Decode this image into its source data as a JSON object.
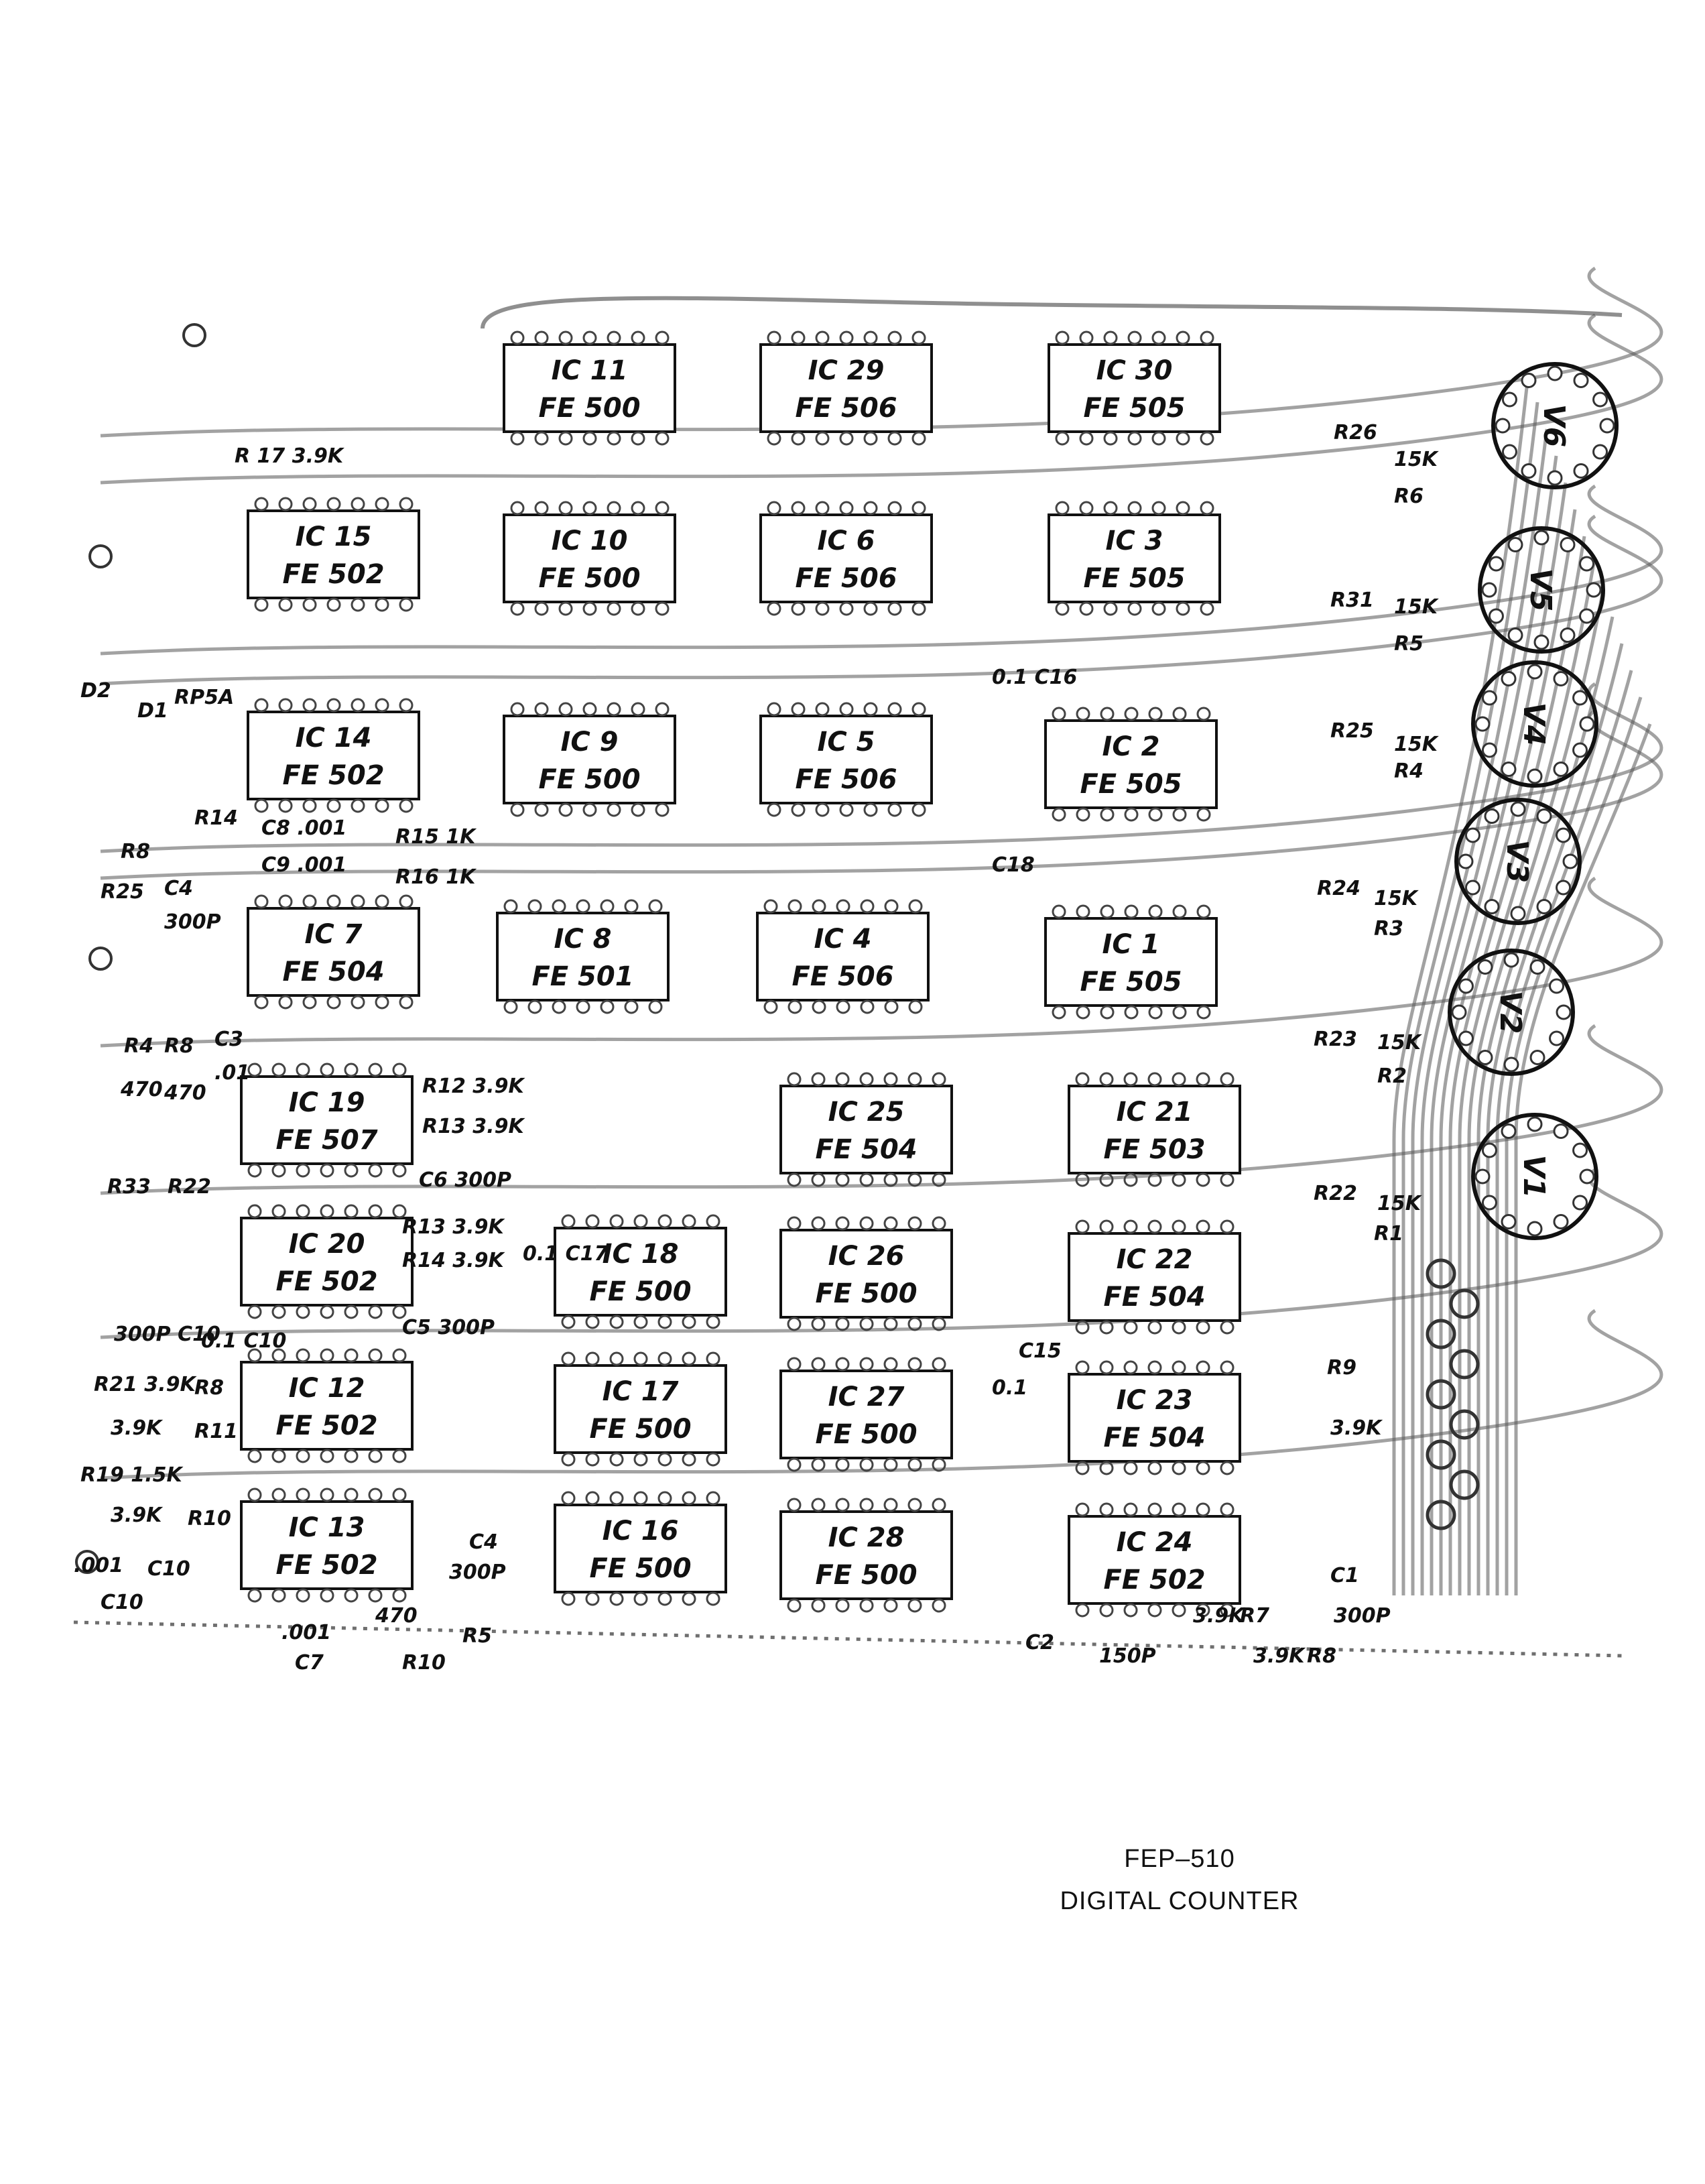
{
  "caption": {
    "model": "FEP–510",
    "title": "DIGITAL COUNTER"
  },
  "ic_chips": [
    {
      "ref": "IC 11",
      "part": "FE 500"
    },
    {
      "ref": "IC 29",
      "part": "FE 506"
    },
    {
      "ref": "IC 30",
      "part": "FE 505"
    },
    {
      "ref": "IC 15",
      "part": "FE 502"
    },
    {
      "ref": "IC 10",
      "part": "FE 500"
    },
    {
      "ref": "IC 6",
      "part": "FE 506"
    },
    {
      "ref": "IC 3",
      "part": "FE 505"
    },
    {
      "ref": "IC 14",
      "part": "FE 502"
    },
    {
      "ref": "IC 9",
      "part": "FE 500"
    },
    {
      "ref": "IC 5",
      "part": "FE 506"
    },
    {
      "ref": "IC 2",
      "part": "FE 505"
    },
    {
      "ref": "IC 7",
      "part": "FE 504"
    },
    {
      "ref": "IC 8",
      "part": "FE 501"
    },
    {
      "ref": "IC 4",
      "part": "FE 506"
    },
    {
      "ref": "IC 1",
      "part": "FE 505"
    },
    {
      "ref": "IC 19",
      "part": "FE 507"
    },
    {
      "ref": "IC 25",
      "part": "FE 504"
    },
    {
      "ref": "IC 21",
      "part": "FE 503"
    },
    {
      "ref": "IC 20",
      "part": "FE 502"
    },
    {
      "ref": "IC 18",
      "part": "FE 500"
    },
    {
      "ref": "IC 26",
      "part": "FE 500"
    },
    {
      "ref": "IC 22",
      "part": "FE 504"
    },
    {
      "ref": "IC 12",
      "part": "FE 502"
    },
    {
      "ref": "IC 17",
      "part": "FE 500"
    },
    {
      "ref": "IC 27",
      "part": "FE 500"
    },
    {
      "ref": "IC 23",
      "part": "FE 504"
    },
    {
      "ref": "IC 13",
      "part": "FE 502"
    },
    {
      "ref": "IC 16",
      "part": "FE 500"
    },
    {
      "ref": "IC 28",
      "part": "FE 500"
    },
    {
      "ref": "IC 24",
      "part": "FE 502"
    }
  ],
  "tubes": [
    "V6",
    "V5",
    "V4",
    "V3",
    "V2",
    "V1"
  ],
  "component_labels": [
    "R 17  3.9K",
    "R26",
    "15K",
    "R6",
    "R31",
    "15K",
    "R5",
    "R25",
    "15K",
    "R4",
    "R24",
    "15K",
    "R3",
    "R23",
    "15K",
    "R2",
    "R22",
    "15K",
    "R1",
    "D2",
    "D1",
    "RP5A",
    "R14",
    "R8",
    "R25",
    "C8 .001",
    "R15 1K",
    "C9 .001",
    "R16 1K",
    "C4",
    "300P",
    "0.1 C16",
    "C18",
    "C3",
    ".01",
    "R8",
    "470",
    "R4",
    "470",
    "R33",
    "R22",
    "R12 3.9K",
    "R13 3.9K",
    "C6 300P",
    "R13 3.9K",
    "R14 3.9K",
    "0.1 C17",
    "C5 300P",
    "300P C10",
    "R21 3.9K",
    "R8",
    "3.9K",
    "R11",
    "R19 1.5K",
    "3.9K",
    "R10",
    ".001",
    "C10",
    "C15",
    "0.1",
    "R9",
    "3.9K",
    "C4",
    "300P",
    "C1",
    "300P",
    ".001",
    "C7",
    "470",
    "R10",
    "R5",
    "C2",
    "150P",
    "3.9K",
    "R7",
    "3.9K",
    "R8",
    "C10",
    "0.1 C10"
  ]
}
